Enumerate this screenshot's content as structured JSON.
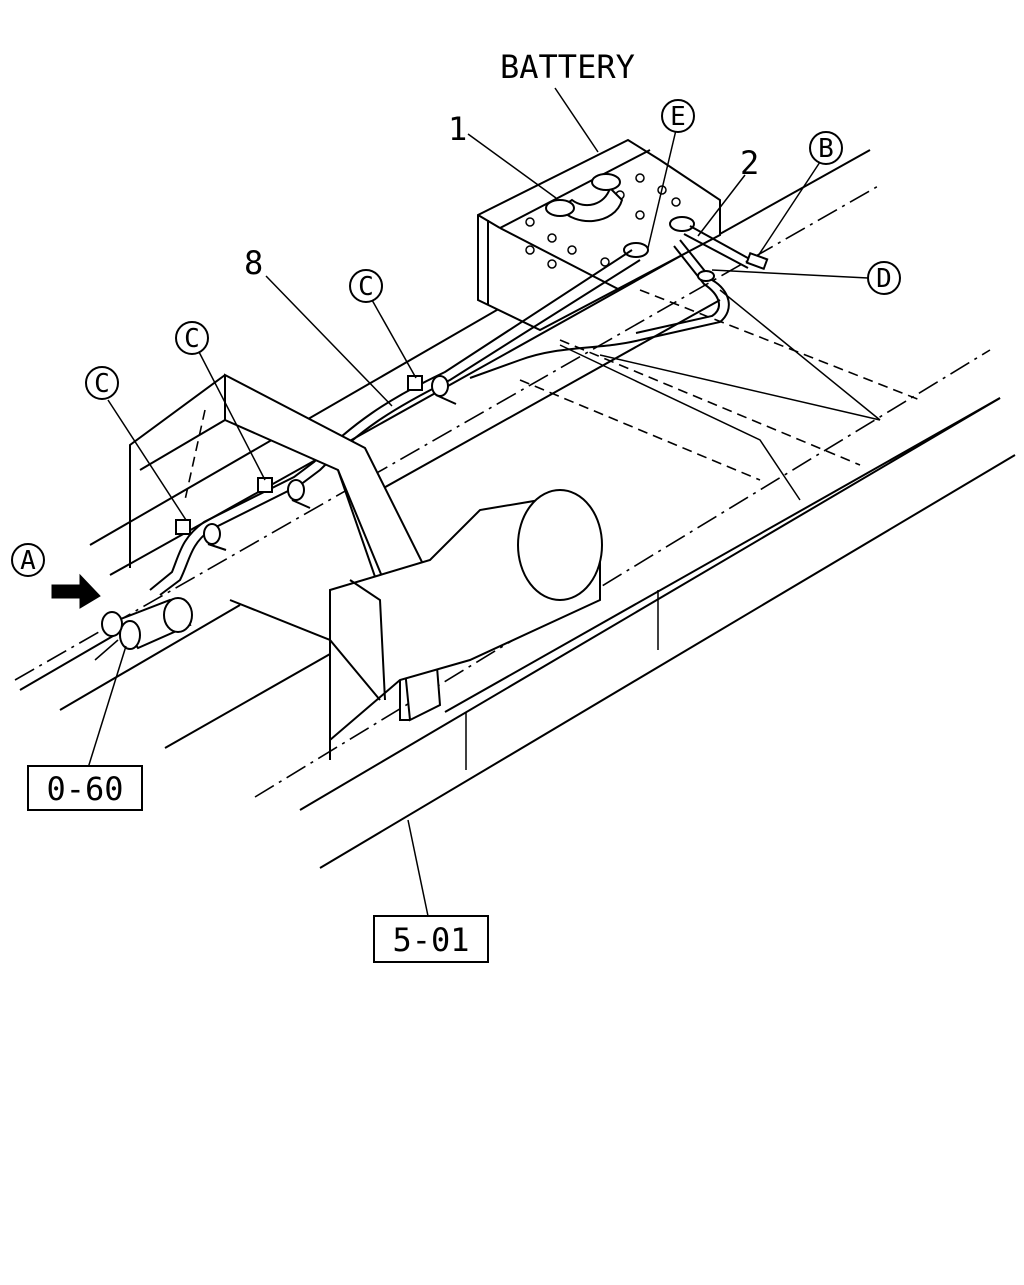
{
  "labels": {
    "battery": "BATTERY",
    "part_1": "1",
    "part_2": "2",
    "part_8": "8"
  },
  "callouts": {
    "a": "A",
    "b": "B",
    "c": "C",
    "d": "D",
    "e": "E"
  },
  "references": {
    "ref_0_60": "0-60",
    "ref_5_01": "5-01"
  }
}
